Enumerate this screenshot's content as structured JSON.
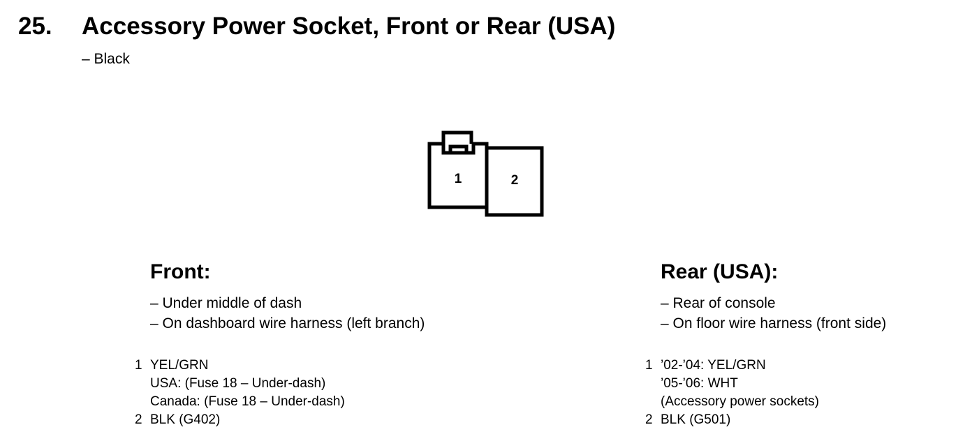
{
  "header": {
    "number": "25.",
    "title": "Accessory Power Socket, Front or Rear (USA)",
    "subtitle": "– Black"
  },
  "connector": {
    "pin1_label": "1",
    "pin2_label": "2"
  },
  "front": {
    "heading": "Front:",
    "locations": [
      "– Under middle of dash",
      "– On dashboard wire harness (left branch)"
    ],
    "pins": [
      {
        "number": "1",
        "lines": [
          "YEL/GRN",
          "USA: (Fuse 18 – Under-dash)",
          "Canada: (Fuse 18 – Under-dash)"
        ]
      },
      {
        "number": "2",
        "lines": [
          "BLK (G402)"
        ]
      }
    ]
  },
  "rear": {
    "heading": "Rear (USA):",
    "locations": [
      "– Rear of console",
      "– On floor wire harness (front side)"
    ],
    "pins": [
      {
        "number": "1",
        "lines": [
          "’02-’04: YEL/GRN",
          "’05-’06: WHT",
          "(Accessory power sockets)"
        ]
      },
      {
        "number": "2",
        "lines": [
          "BLK (G501)"
        ]
      }
    ]
  }
}
